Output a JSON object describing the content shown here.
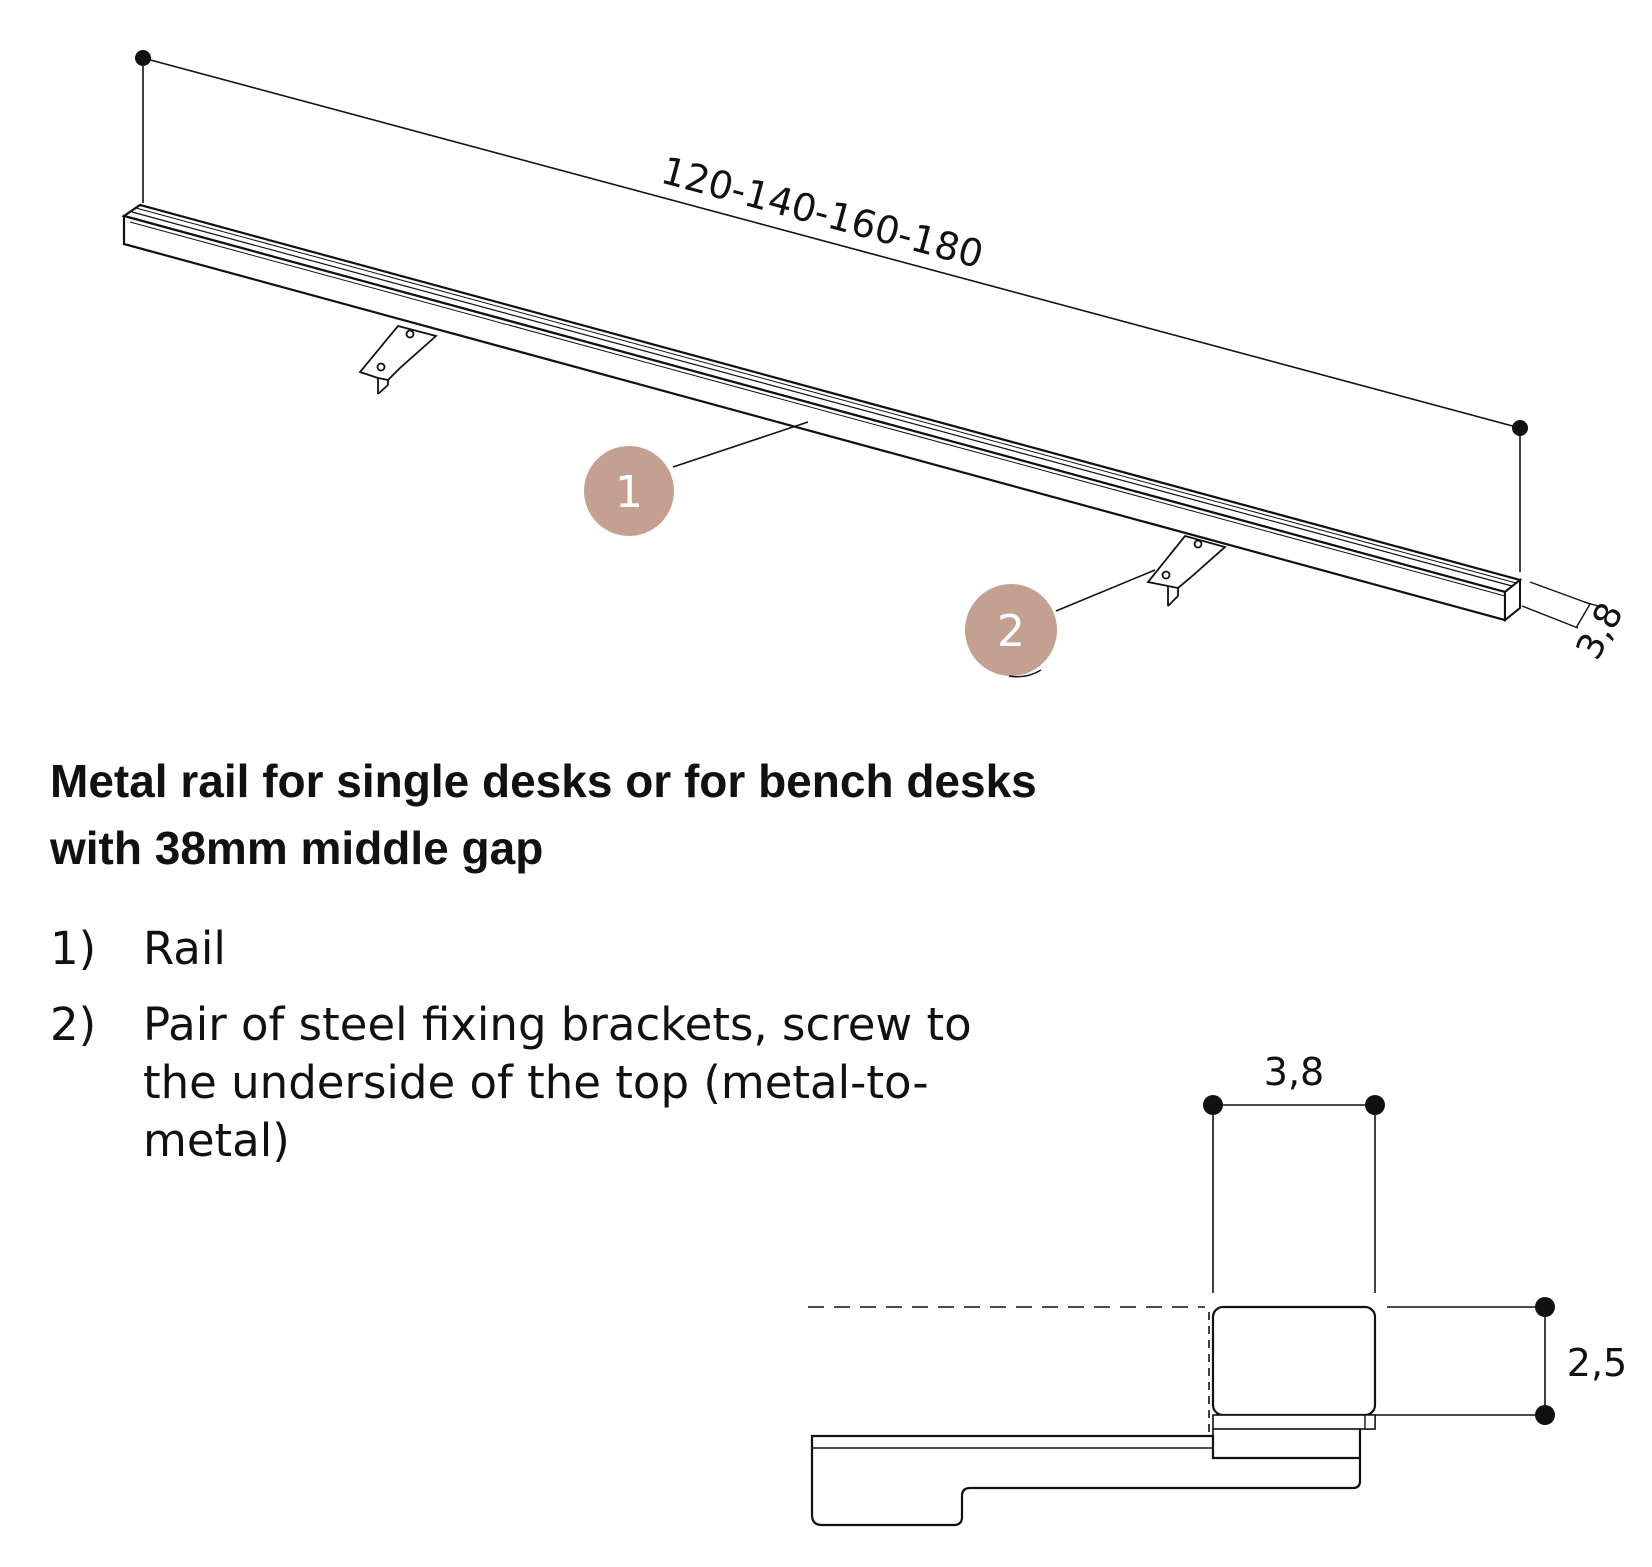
{
  "drawing": {
    "length_dimension": "120-140-160-180",
    "end_width_dimension": "3,8",
    "callouts": [
      "1",
      "2"
    ],
    "callout_color": "#c4a090",
    "section": {
      "width_dimension": "3,8",
      "height_dimension": "2,5"
    }
  },
  "description": {
    "heading": "Metal rail for single desks or for bench desks with 38mm middle gap",
    "items": [
      {
        "number": "1)",
        "text": "Rail"
      },
      {
        "number": "2)",
        "text": "Pair of steel fixing brackets, screw to the underside of the top (metal-to-metal)"
      }
    ]
  }
}
